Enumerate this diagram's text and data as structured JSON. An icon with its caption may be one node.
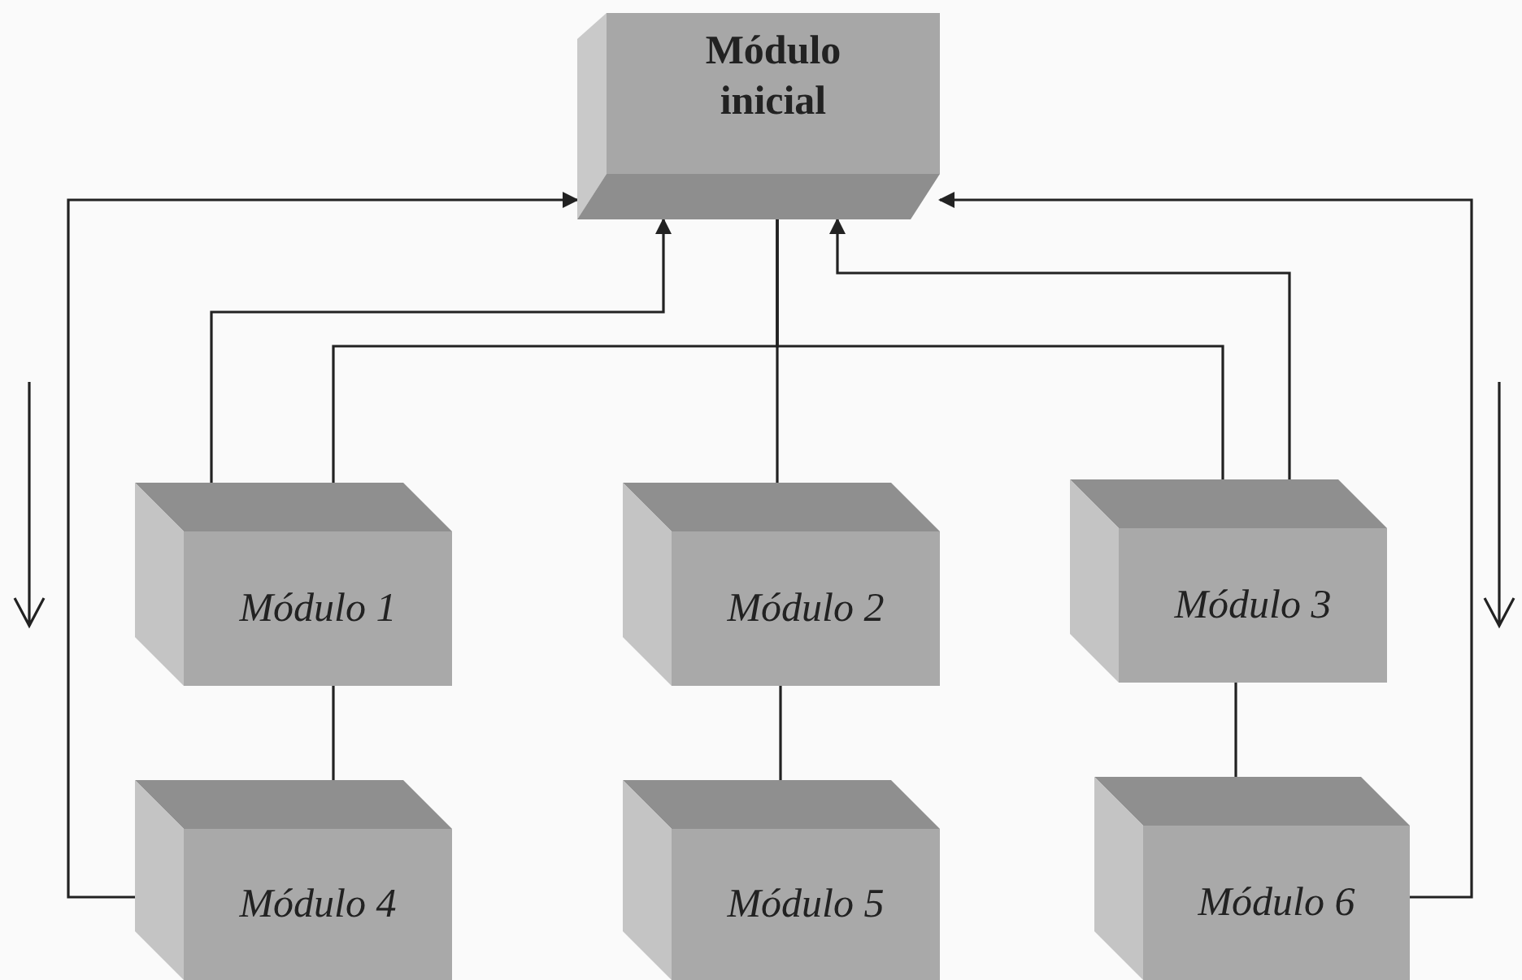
{
  "diagram": {
    "nodes": [
      {
        "text": [
          "Módulo inicial"
        ]
      },
      {
        "text": [
          "Módulo 1"
        ]
      },
      {
        "text": [
          "Módulo 2"
        ]
      },
      {
        "text": [
          "Módulo 3"
        ]
      },
      {
        "text": [
          "Módulo 4"
        ]
      },
      {
        "text": [
          "Módulo 5"
        ]
      },
      {
        "text": [
          "Módulo 6"
        ]
      }
    ],
    "edges": [
      {
        "from": 0,
        "to": 1,
        "arrow": "none"
      },
      {
        "from": 0,
        "to": 2,
        "arrow": "none"
      },
      {
        "from": 0,
        "to": 3,
        "arrow": "none"
      },
      {
        "from": 1,
        "to": 0,
        "arrow": "to"
      },
      {
        "from": 3,
        "to": 0,
        "arrow": "to"
      },
      {
        "from": 4,
        "to": 0,
        "arrow": "to"
      },
      {
        "from": 6,
        "to": 0,
        "arrow": "to"
      },
      {
        "from": 1,
        "to": 4,
        "arrow": "none"
      },
      {
        "from": 2,
        "to": 5,
        "arrow": "none"
      },
      {
        "from": 3,
        "to": 6,
        "arrow": "none"
      }
    ]
  }
}
